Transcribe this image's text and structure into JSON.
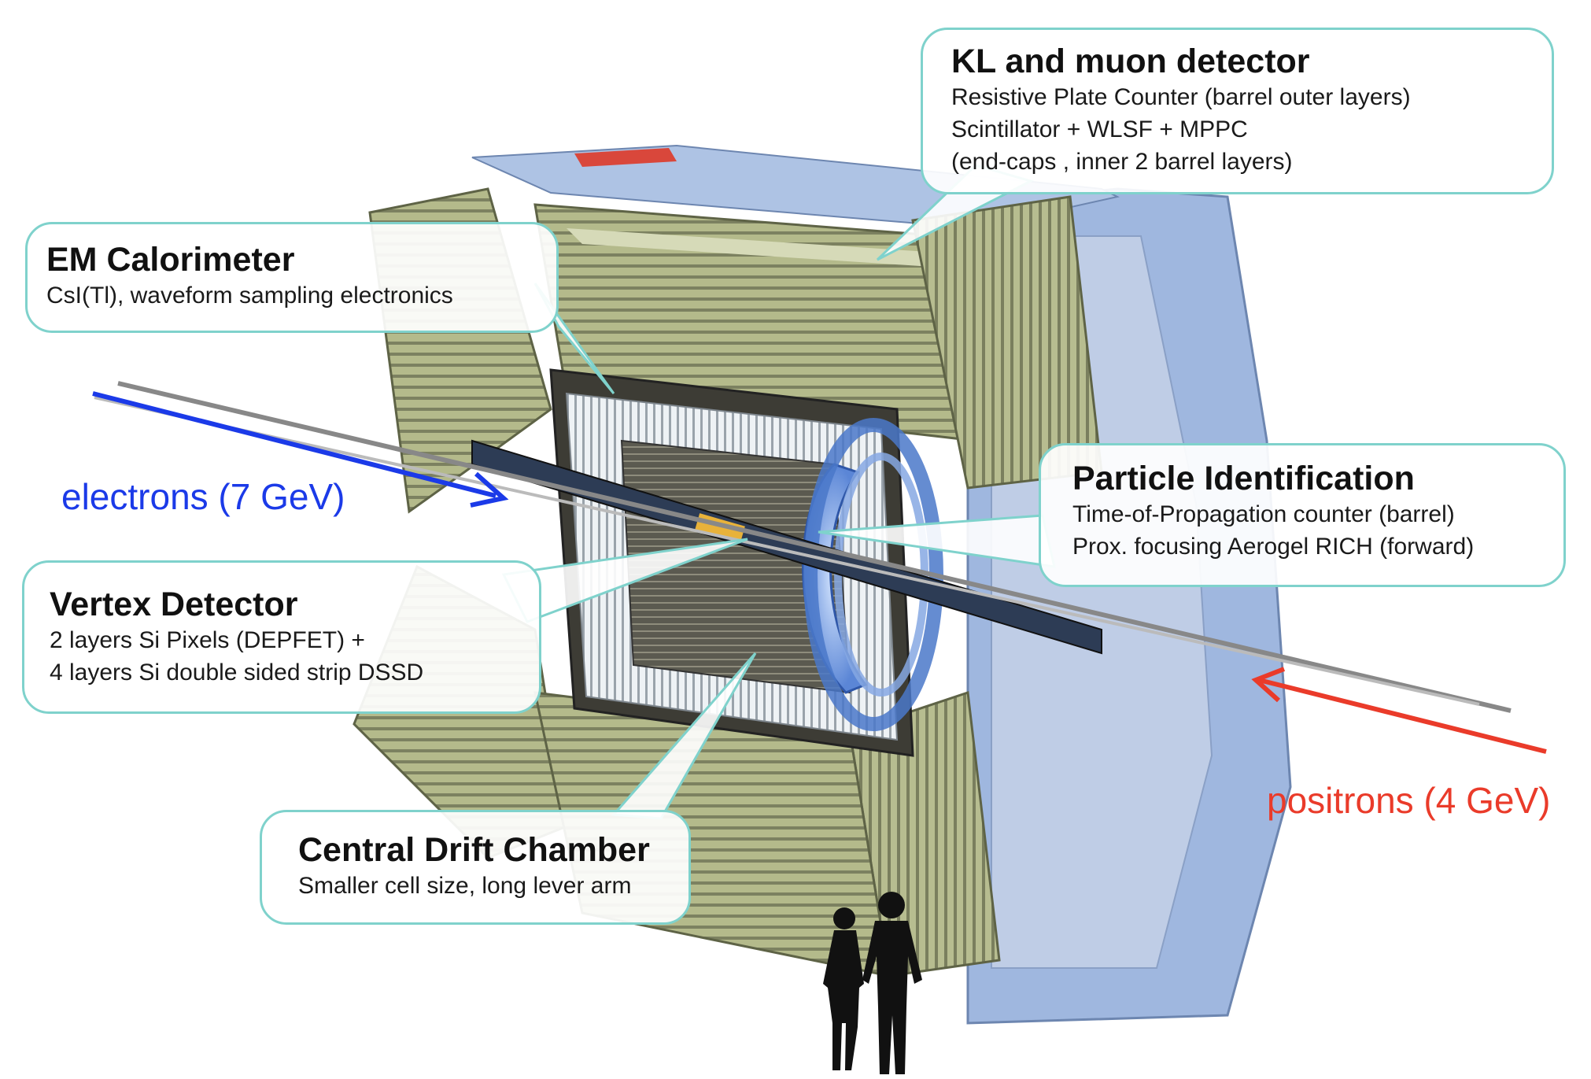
{
  "callouts": {
    "kl": {
      "title": "KL and muon detector",
      "lines": [
        "Resistive Plate Counter (barrel outer layers)",
        "Scintillator + WLSF + MPPC",
        "(end-caps , inner 2 barrel layers)"
      ]
    },
    "em": {
      "title": "EM Calorimeter",
      "lines": [
        "CsI(Tl), waveform sampling electronics"
      ]
    },
    "pid": {
      "title": "Particle Identification",
      "lines": [
        "Time-of-Propagation counter (barrel)",
        "Prox. focusing Aerogel RICH (forward)"
      ]
    },
    "vertex": {
      "title": "Vertex Detector",
      "lines": [
        "2 layers Si Pixels (DEPFET) +",
        "4 layers Si double sided strip DSSD"
      ]
    },
    "cdc": {
      "title": "Central Drift Chamber",
      "lines": [
        "Smaller cell size, long lever arm"
      ]
    }
  },
  "beams": {
    "electrons": "electrons  (7 GeV)",
    "positrons": "positrons (4 GeV)"
  },
  "colors": {
    "electron_beam": "#1b3ae8",
    "positron_beam": "#ea3b2a",
    "callout_border": "#7fd2cc",
    "yoke_blue": "#9db8e0",
    "module_olive": "#b9bf93",
    "ecl_white": "#e9eef2",
    "inner_dark": "#3a3a36"
  },
  "figure_icons": [
    "woman-silhouette",
    "man-silhouette"
  ]
}
